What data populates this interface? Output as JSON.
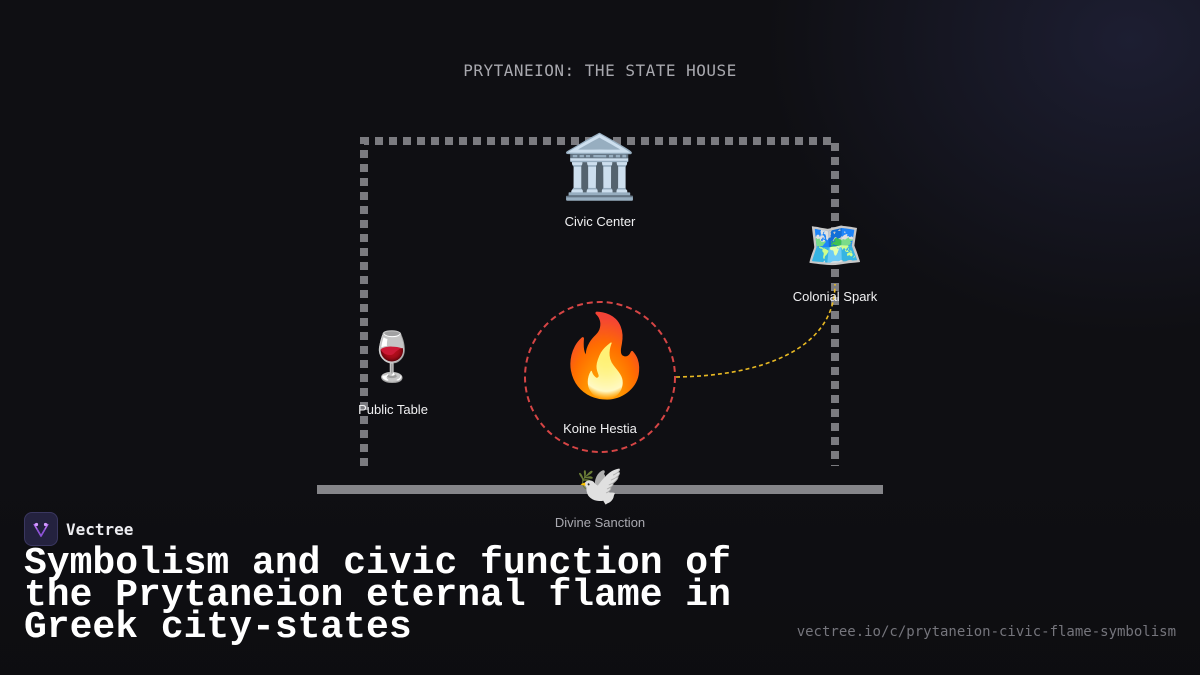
{
  "diagram": {
    "title": "PRYTANEION: THE STATE HOUSE",
    "nodes": [
      {
        "id": "civic",
        "icon_name": "classical-building-icon",
        "glyph": "🏛️",
        "label": "Civic Center"
      },
      {
        "id": "colonial",
        "icon_name": "world-map-icon",
        "glyph": "🗺️",
        "label": "Colonial Spark"
      },
      {
        "id": "table",
        "icon_name": "wine-glass-icon",
        "glyph": "🍷",
        "label": "Public Table"
      },
      {
        "id": "hestia",
        "icon_name": "fire-icon",
        "glyph": "🔥",
        "label": "Koine Hestia"
      },
      {
        "id": "sanction",
        "icon_name": "dove-icon",
        "glyph": "🕊️",
        "label": "Divine Sanction"
      }
    ],
    "connections": [
      {
        "from": "Koine Hestia",
        "to": "Colonial Spark",
        "style": "dashed",
        "color": "#e8b923"
      }
    ],
    "colors": {
      "frame": "#7b7b80",
      "ground": "#858589",
      "hearth_ring": "#d64545",
      "link": "#e8b923"
    }
  },
  "branding": {
    "logo_icon": "vectree-logo-icon",
    "name": "Vectree",
    "accent": "#b46cf2"
  },
  "headline": "Symbolism and civic function of the Prytaneion eternal flame in Greek city-states",
  "url": "vectree.io/c/prytaneion-civic-flame-symbolism"
}
